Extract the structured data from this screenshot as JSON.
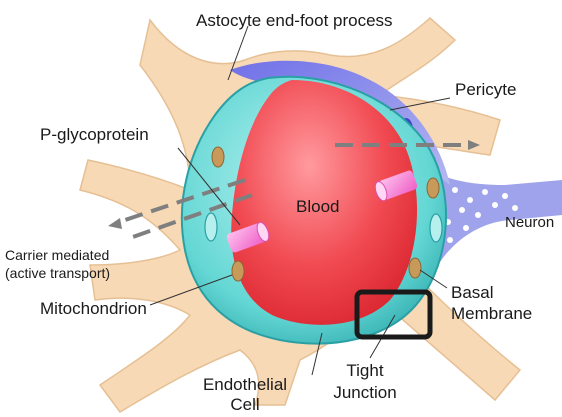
{
  "diagram": {
    "labels": {
      "astrocyte": "Astocyte end-foot process",
      "pericyte": "Pericyte",
      "pglycoprotein": "P-glycoprotein",
      "blood": "Blood",
      "neuron": "Neuron",
      "carrier_line1": "Carrier mediated",
      "carrier_line2": "(active transport)",
      "basal_line1": "Basal",
      "basal_line2": "Membrane",
      "mitochondrion": "Mitochondrion",
      "endothelial_line1": "Endothelial",
      "endothelial_line2": "Cell",
      "tight_line1": "Tight",
      "tight_line2": "Junction"
    },
    "colors": {
      "astrocyte": "#f7d9b5",
      "astrocyte_edge": "#e9c59c",
      "endothelium": "#5fd6d3",
      "endothelium_dark": "#2aa7ab",
      "blood": "#ef3d45",
      "blood_light": "#ff8a8f",
      "pericyte": "#6a6ad9",
      "neuron": "#8a8ae0",
      "pgp": "#ff7fd6",
      "mitochondrion": "#c79a5a",
      "highlight_box": "#1a1a1a"
    }
  }
}
